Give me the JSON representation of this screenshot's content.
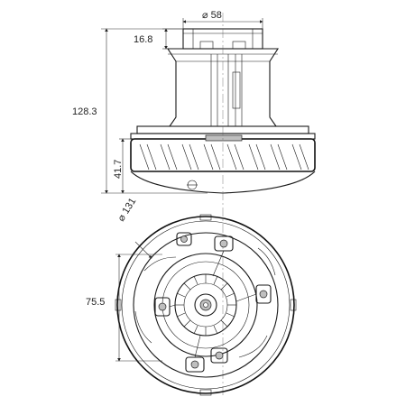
{
  "dimensions": {
    "top_diameter": "⌀ 58",
    "cap_height": "16.8",
    "total_height": "128.3",
    "fan_height": "41.7",
    "housing_diameter": "⌀ 131",
    "mount_spacing": "75.5"
  },
  "colors": {
    "line": "#1a1a1a",
    "shade": "#bfbfbf",
    "background": "#ffffff"
  }
}
